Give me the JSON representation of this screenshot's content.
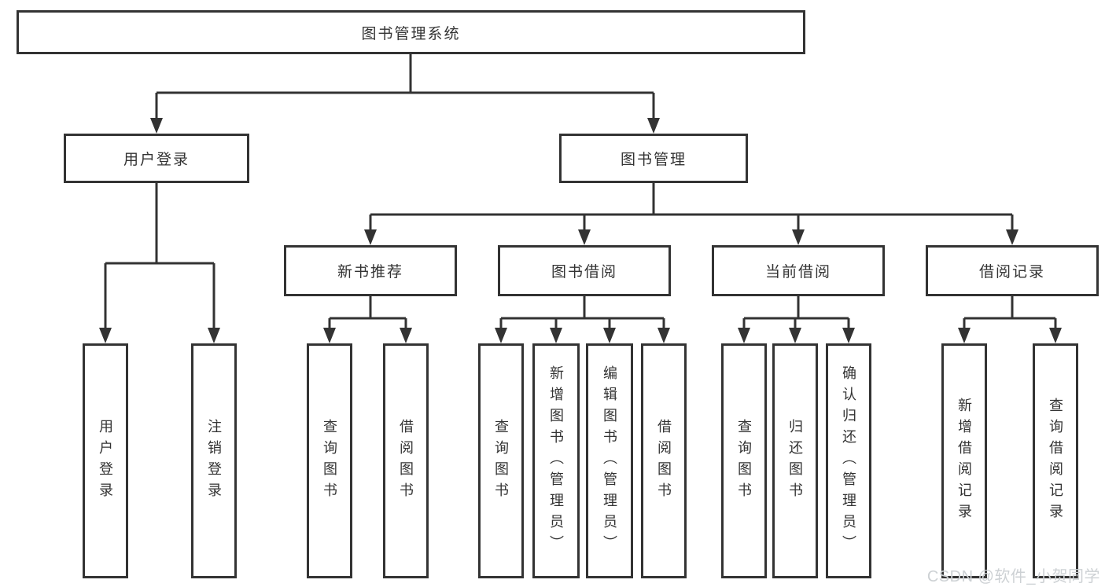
{
  "tree": {
    "root": "图书管理系统",
    "user_login": {
      "label": "用户登录",
      "children": [
        "用户登录",
        "注销登录"
      ]
    },
    "book_management": {
      "label": "图书管理",
      "children": [
        {
          "label": "新书推荐",
          "children": [
            "查询图书",
            "借阅图书"
          ]
        },
        {
          "label": "图书借阅",
          "children": [
            "查询图书",
            "新增图书（管理员）",
            "编辑图书（管理员）",
            "借阅图书"
          ]
        },
        {
          "label": "当前借阅",
          "children": [
            "查询图书",
            "归还图书",
            "确认归还（管理员）"
          ]
        },
        {
          "label": "借阅记录",
          "children": [
            "新增借阅记录",
            "查询借阅记录"
          ]
        }
      ]
    }
  },
  "watermark": {
    "text": "CSDN @软件_小贺同学"
  },
  "colors": {
    "line": "#333333",
    "box_border": "#333333",
    "text": "#333333",
    "background": "#ffffff",
    "watermark": "#cdd1d4"
  }
}
